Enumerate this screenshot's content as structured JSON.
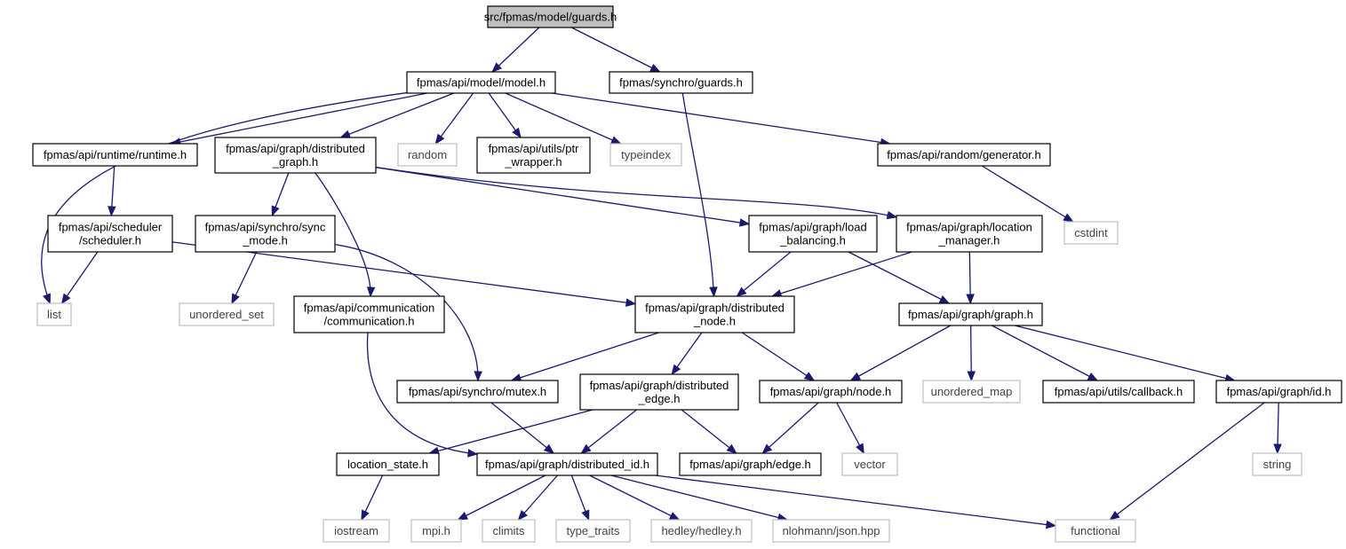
{
  "colors": {
    "edge": "#191970",
    "root_fill": "#bfbfbf",
    "local_border": "#000000",
    "system_border": "#bfbfbf",
    "system_text": "#444444"
  },
  "nodes": [
    {
      "id": "guards",
      "lines": [
        "src/fpmas/model/guards.h"
      ],
      "kind": "root"
    },
    {
      "id": "model",
      "lines": [
        "fpmas/api/model/model.h"
      ],
      "kind": "local"
    },
    {
      "id": "synchro_guards",
      "lines": [
        "fpmas/synchro/guards.h"
      ],
      "kind": "local"
    },
    {
      "id": "runtime",
      "lines": [
        "fpmas/api/runtime/runtime.h"
      ],
      "kind": "local"
    },
    {
      "id": "dist_graph",
      "lines": [
        "fpmas/api/graph/distributed",
        "_graph.h"
      ],
      "kind": "local"
    },
    {
      "id": "random",
      "lines": [
        "random"
      ],
      "kind": "system"
    },
    {
      "id": "ptr_wrapper",
      "lines": [
        "fpmas/api/utils/ptr",
        "_wrapper.h"
      ],
      "kind": "local"
    },
    {
      "id": "typeindex",
      "lines": [
        "typeindex"
      ],
      "kind": "system"
    },
    {
      "id": "generator",
      "lines": [
        "fpmas/api/random/generator.h"
      ],
      "kind": "local"
    },
    {
      "id": "scheduler",
      "lines": [
        "fpmas/api/scheduler",
        "/scheduler.h"
      ],
      "kind": "local"
    },
    {
      "id": "sync_mode",
      "lines": [
        "fpmas/api/synchro/sync",
        "_mode.h"
      ],
      "kind": "local"
    },
    {
      "id": "load_balancing",
      "lines": [
        "fpmas/api/graph/load",
        "_balancing.h"
      ],
      "kind": "local"
    },
    {
      "id": "location_manager",
      "lines": [
        "fpmas/api/graph/location",
        "_manager.h"
      ],
      "kind": "local"
    },
    {
      "id": "cstdint",
      "lines": [
        "cstdint"
      ],
      "kind": "system"
    },
    {
      "id": "list",
      "lines": [
        "list"
      ],
      "kind": "system"
    },
    {
      "id": "unordered_set",
      "lines": [
        "unordered_set"
      ],
      "kind": "system"
    },
    {
      "id": "communication",
      "lines": [
        "fpmas/api/communication",
        "/communication.h"
      ],
      "kind": "local"
    },
    {
      "id": "dist_node",
      "lines": [
        "fpmas/api/graph/distributed",
        "_node.h"
      ],
      "kind": "local"
    },
    {
      "id": "graph",
      "lines": [
        "fpmas/api/graph/graph.h"
      ],
      "kind": "local"
    },
    {
      "id": "mutex",
      "lines": [
        "fpmas/api/synchro/mutex.h"
      ],
      "kind": "local"
    },
    {
      "id": "dist_edge",
      "lines": [
        "fpmas/api/graph/distributed",
        "_edge.h"
      ],
      "kind": "local"
    },
    {
      "id": "node",
      "lines": [
        "fpmas/api/graph/node.h"
      ],
      "kind": "local"
    },
    {
      "id": "unordered_map",
      "lines": [
        "unordered_map"
      ],
      "kind": "system"
    },
    {
      "id": "callback",
      "lines": [
        "fpmas/api/utils/callback.h"
      ],
      "kind": "local"
    },
    {
      "id": "id",
      "lines": [
        "fpmas/api/graph/id.h"
      ],
      "kind": "local"
    },
    {
      "id": "location_state",
      "lines": [
        "location_state.h"
      ],
      "kind": "local"
    },
    {
      "id": "dist_id",
      "lines": [
        "fpmas/api/graph/distributed_id.h"
      ],
      "kind": "local"
    },
    {
      "id": "edge",
      "lines": [
        "fpmas/api/graph/edge.h"
      ],
      "kind": "local"
    },
    {
      "id": "vector",
      "lines": [
        "vector"
      ],
      "kind": "system"
    },
    {
      "id": "string",
      "lines": [
        "string"
      ],
      "kind": "system"
    },
    {
      "id": "iostream",
      "lines": [
        "iostream"
      ],
      "kind": "system"
    },
    {
      "id": "mpi",
      "lines": [
        "mpi.h"
      ],
      "kind": "system"
    },
    {
      "id": "climits",
      "lines": [
        "climits"
      ],
      "kind": "system"
    },
    {
      "id": "type_traits",
      "lines": [
        "type_traits"
      ],
      "kind": "system"
    },
    {
      "id": "hedley",
      "lines": [
        "hedley/hedley.h"
      ],
      "kind": "system"
    },
    {
      "id": "json",
      "lines": [
        "nlohmann/json.hpp"
      ],
      "kind": "system"
    },
    {
      "id": "functional",
      "lines": [
        "functional"
      ],
      "kind": "system"
    }
  ],
  "edges": [
    [
      "guards",
      "model"
    ],
    [
      "guards",
      "synchro_guards"
    ],
    [
      "model",
      "list"
    ],
    [
      "model",
      "runtime"
    ],
    [
      "model",
      "dist_graph"
    ],
    [
      "model",
      "random"
    ],
    [
      "model",
      "ptr_wrapper"
    ],
    [
      "model",
      "typeindex"
    ],
    [
      "model",
      "generator"
    ],
    [
      "synchro_guards",
      "dist_node"
    ],
    [
      "runtime",
      "scheduler"
    ],
    [
      "scheduler",
      "list"
    ],
    [
      "scheduler",
      "dist_node"
    ],
    [
      "dist_graph",
      "sync_mode"
    ],
    [
      "dist_graph",
      "communication"
    ],
    [
      "dist_graph",
      "load_balancing"
    ],
    [
      "dist_graph",
      "location_manager"
    ],
    [
      "generator",
      "cstdint"
    ],
    [
      "sync_mode",
      "unordered_set"
    ],
    [
      "sync_mode",
      "mutex"
    ],
    [
      "load_balancing",
      "dist_node"
    ],
    [
      "load_balancing",
      "graph"
    ],
    [
      "location_manager",
      "dist_node"
    ],
    [
      "location_manager",
      "graph"
    ],
    [
      "communication",
      "dist_id"
    ],
    [
      "dist_node",
      "mutex"
    ],
    [
      "dist_node",
      "dist_edge"
    ],
    [
      "dist_node",
      "node"
    ],
    [
      "graph",
      "node"
    ],
    [
      "graph",
      "unordered_map"
    ],
    [
      "graph",
      "callback"
    ],
    [
      "graph",
      "id"
    ],
    [
      "mutex",
      "dist_id"
    ],
    [
      "dist_edge",
      "location_state"
    ],
    [
      "dist_edge",
      "dist_id"
    ],
    [
      "dist_edge",
      "edge"
    ],
    [
      "node",
      "edge"
    ],
    [
      "node",
      "vector"
    ],
    [
      "id",
      "string"
    ],
    [
      "id",
      "functional"
    ],
    [
      "location_state",
      "iostream"
    ],
    [
      "dist_id",
      "mpi"
    ],
    [
      "dist_id",
      "climits"
    ],
    [
      "dist_id",
      "type_traits"
    ],
    [
      "dist_id",
      "hedley"
    ],
    [
      "dist_id",
      "json"
    ],
    [
      "dist_id",
      "functional"
    ]
  ]
}
